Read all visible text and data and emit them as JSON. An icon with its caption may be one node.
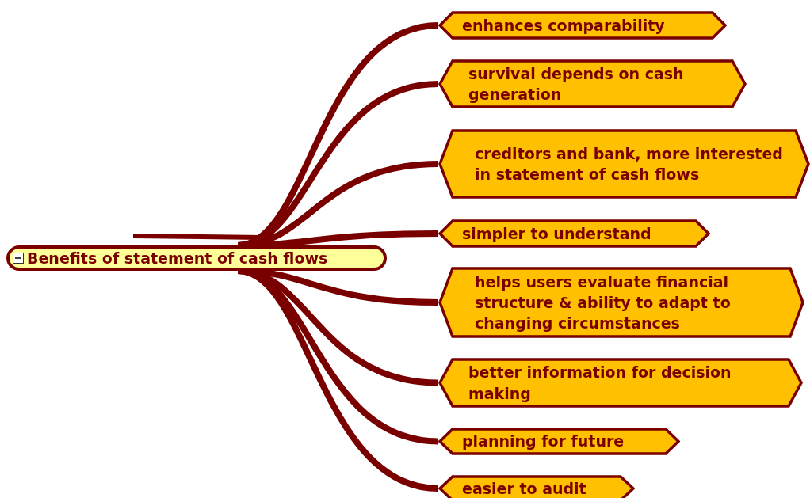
{
  "diagram": {
    "nodes": [
      {
        "text": [
          "Benefits of statement of cash flows"
        ]
      },
      {
        "text": [
          "enhances comparability"
        ]
      },
      {
        "text": [
          "survival depends on cash generation"
        ]
      },
      {
        "text": [
          "creditors and bank, more interested in statement of cash flows"
        ]
      },
      {
        "text": [
          "simpler to understand"
        ]
      },
      {
        "text": [
          "helps users evaluate financial structure & ability to adapt to changing circumstances"
        ]
      },
      {
        "text": [
          "better information for decision making"
        ]
      },
      {
        "text": [
          "planning for future"
        ]
      },
      {
        "text": [
          "easier to audit"
        ]
      }
    ],
    "edges": [
      {
        "from": 0,
        "to": 1,
        "arrow": "none"
      },
      {
        "from": 0,
        "to": 2,
        "arrow": "none"
      },
      {
        "from": 0,
        "to": 3,
        "arrow": "none"
      },
      {
        "from": 0,
        "to": 4,
        "arrow": "none"
      },
      {
        "from": 0,
        "to": 5,
        "arrow": "none"
      },
      {
        "from": 0,
        "to": 6,
        "arrow": "none"
      },
      {
        "from": 0,
        "to": 7,
        "arrow": "none"
      },
      {
        "from": 0,
        "to": 8,
        "arrow": "none"
      }
    ]
  }
}
